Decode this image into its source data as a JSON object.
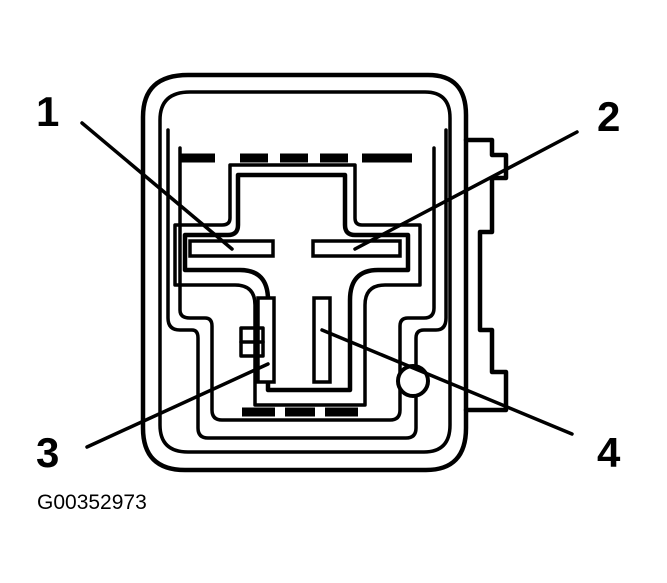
{
  "diagram": {
    "callouts": [
      "1",
      "2",
      "3",
      "4"
    ],
    "figure_code": "G00352973"
  }
}
